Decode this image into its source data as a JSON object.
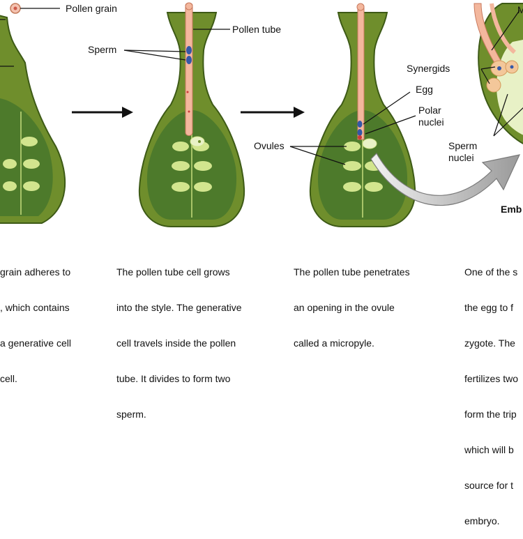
{
  "labels": {
    "pollen_grain": "Pollen grain",
    "pollen_tube": "Pollen tube",
    "sperm": "Sperm",
    "ovules": "Ovules",
    "egg": "Egg",
    "polar_nuclei": [
      "Polar",
      "nuclei"
    ],
    "synergids": "Synergids",
    "sperm_nuclei": [
      "Sperm",
      "nuclei"
    ],
    "m_fragment": "M",
    "embryo_fragment": "Emb"
  },
  "captions": {
    "panel1": [
      "grain adheres to",
      ", which contains",
      "a generative cell",
      "cell."
    ],
    "panel2": [
      "The pollen tube cell grows",
      "into the style. The generative",
      "cell travels inside the pollen",
      "tube. It divides to form two",
      "sperm."
    ],
    "panel3": [
      "The pollen tube penetrates",
      "an opening in the ovule",
      "called a micropyle."
    ],
    "panel4": [
      "One of the s",
      "the egg to f",
      "zygote. The",
      "fertilizes two",
      "form the trip",
      "which will b",
      "source for t",
      "embryo."
    ]
  },
  "colors": {
    "carpel_outer": "#6f8e2c",
    "carpel_inner": "#4d7a2b",
    "ovule": "#d2e58e",
    "tube": "#f3b79d",
    "nucleus": "#3558a8",
    "arrow": "#111111"
  }
}
